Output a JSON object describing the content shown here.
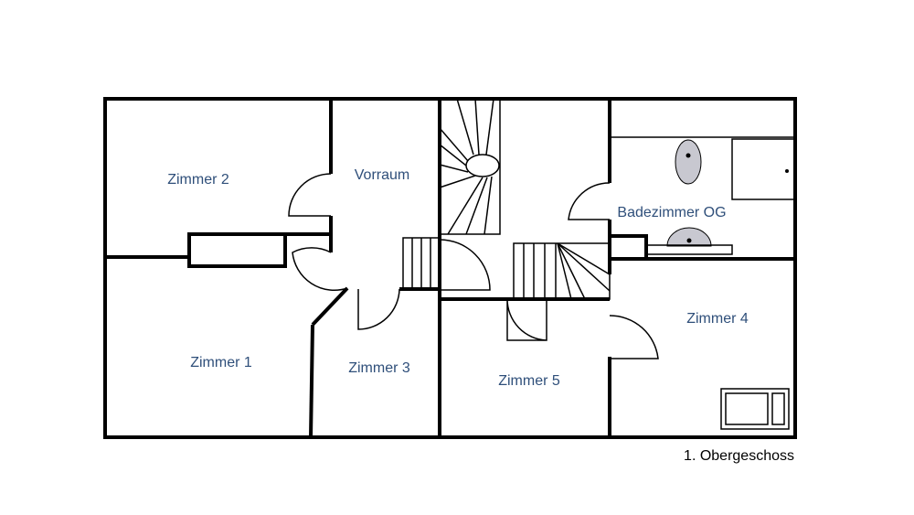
{
  "floor_title": "1. Obergeschoss",
  "rooms": {
    "zimmer_2": "Zimmer 2",
    "vorraum": "Vorraum",
    "badezimmer": "Badezimmer OG",
    "zimmer_4": "Zimmer 4",
    "zimmer_1": "Zimmer 1",
    "zimmer_3": "Zimmer 3",
    "zimmer_5": "Zimmer 5"
  },
  "colors": {
    "label": "#2f4f7a",
    "wall": "#000000",
    "fixture": "#c8c8d0"
  }
}
